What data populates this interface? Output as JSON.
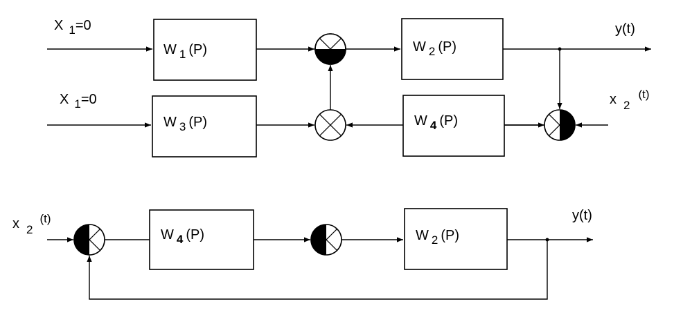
{
  "diagram_top": {
    "inputs": {
      "x1_top": {
        "var": "X",
        "sub": "1",
        "rest": "=0"
      },
      "x1_mid": {
        "var": "X",
        "sub": "1",
        "rest": "=0"
      },
      "x2": {
        "var": "x",
        "sub": "2",
        "sup": "(t)"
      }
    },
    "output": "y(t)",
    "blocks": {
      "w1": {
        "w": "W",
        "sub": "1",
        "arg": "(P)"
      },
      "w2": {
        "w": "W",
        "sub": "2",
        "arg": "(P)"
      },
      "w3": {
        "w": "W",
        "sub": "3",
        "arg": "(P)"
      },
      "w4": {
        "w": "W",
        "sub": "4",
        "arg": "(P)"
      }
    }
  },
  "diagram_bottom": {
    "input": {
      "var": "x",
      "sub": "2",
      "sup": "(t)"
    },
    "output": "y(t)",
    "blocks": {
      "w4": {
        "w": "W",
        "sub": "4",
        "arg": "(P)"
      },
      "w2": {
        "w": "W",
        "sub": "2",
        "arg": "(P)"
      }
    }
  }
}
